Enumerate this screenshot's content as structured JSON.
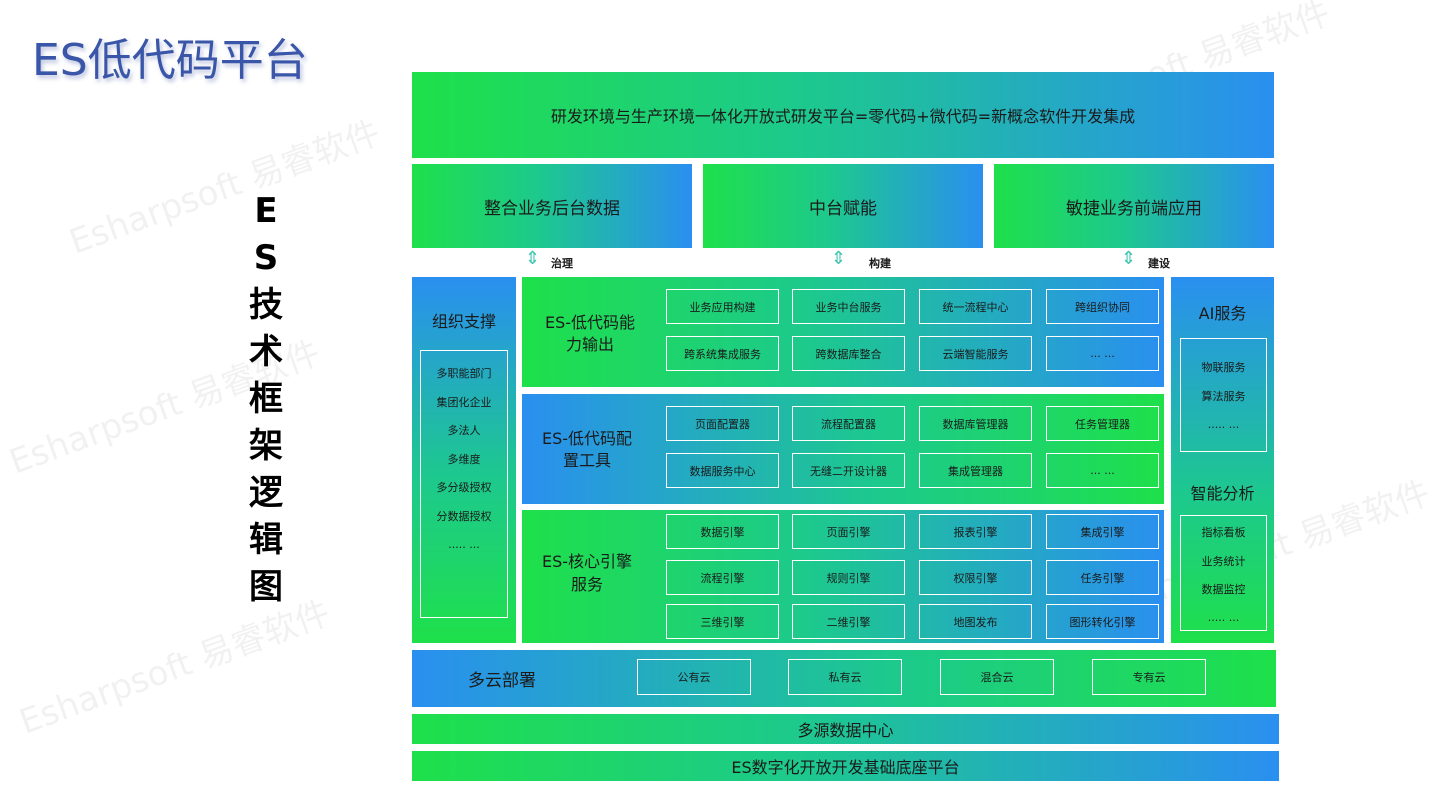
{
  "page_title": "ES低代码平台",
  "vertical_title": [
    "E",
    "S",
    "技",
    "术",
    "框",
    "架",
    "逻",
    "辑",
    "图"
  ],
  "watermark": "Esharpsoft 易睿软件",
  "top_banner": "研发环境与生产环境一体化开放式研发平台=零代码+微代码=新概念软件开发集成",
  "pillars": [
    "整合业务后台数据",
    "中台赋能",
    "敏捷业务前端应用"
  ],
  "arrows": [
    "治理",
    "构建",
    "建设"
  ],
  "org_support": {
    "title": "组织支撑",
    "items": [
      "多职能部门",
      "集团化企业",
      "多法人",
      "多维度",
      "多分级授权",
      "分数据授权",
      "..... ..."
    ]
  },
  "ability_output": {
    "title": "ES-低代码能力输出",
    "items": [
      "业务应用构建",
      "业务中台服务",
      "统一流程中心",
      "跨组织协同",
      "跨系统集成服务",
      "跨数据库整合",
      "云端智能服务",
      "...  ..."
    ]
  },
  "config_tools": {
    "title": "ES-低代码配置工具",
    "items": [
      "页面配置器",
      "流程配置器",
      "数据库管理器",
      "任务管理器",
      "数据服务中心",
      "无缝二开设计器",
      "集成管理器",
      "...  ..."
    ]
  },
  "core_engine": {
    "title": "ES-核心引擎服务",
    "items": [
      "数据引擎",
      "页面引擎",
      "报表引擎",
      "集成引擎",
      "流程引擎",
      "规则引擎",
      "权限引擎",
      "任务引擎",
      "三维引擎",
      "二维引擎",
      "地图发布",
      "图形转化引擎"
    ]
  },
  "ai_service": {
    "title": "AI服务",
    "items": [
      "物联服务",
      "算法服务",
      "..... ..."
    ]
  },
  "smart_analysis": {
    "title": "智能分析",
    "items": [
      "指标看板",
      "业务统计",
      "数据监控",
      "..... ..."
    ]
  },
  "multi_cloud": {
    "title": "多云部署",
    "items": [
      "公有云",
      "私有云",
      "混合云",
      "专有云"
    ]
  },
  "data_center": "多源数据中心",
  "base_platform": "ES数字化开放开发基础底座平台"
}
